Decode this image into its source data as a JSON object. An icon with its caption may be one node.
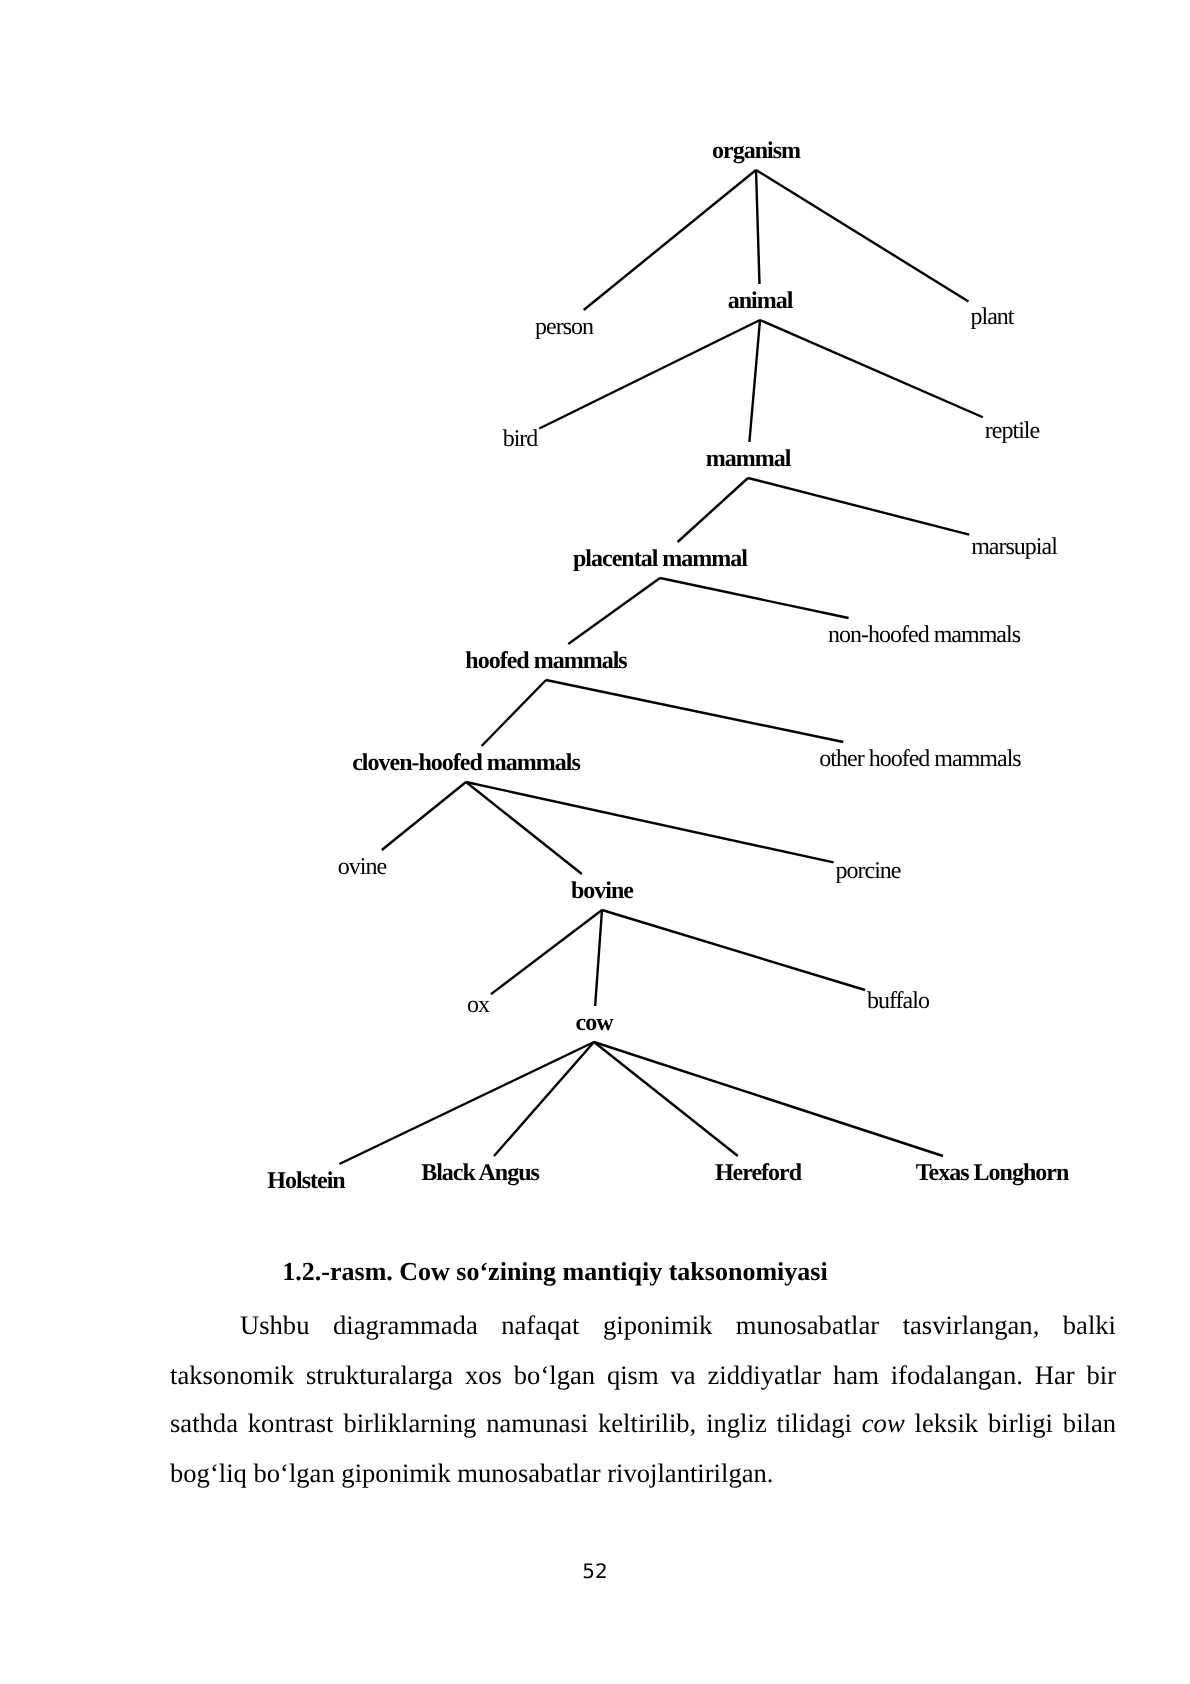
{
  "diagram": {
    "caption": "1.2.-rasm. Cow so‘zining mantiqiy taksonomiyasi",
    "nodes": [
      {
        "text": [
          "organism"
        ]
      },
      {
        "text": [
          "animal"
        ]
      },
      {
        "text": [
          "person"
        ]
      },
      {
        "text": [
          "plant"
        ]
      },
      {
        "text": [
          "bird"
        ]
      },
      {
        "text": [
          "reptile"
        ]
      },
      {
        "text": [
          "mammal"
        ]
      },
      {
        "text": [
          "marsupial"
        ]
      },
      {
        "text": [
          "placental mammal"
        ]
      },
      {
        "text": [
          "non-hoofed mammals"
        ]
      },
      {
        "text": [
          "hoofed mammals"
        ]
      },
      {
        "text": [
          "other hoofed mammals"
        ]
      },
      {
        "text": [
          "cloven-hoofed mammals"
        ]
      },
      {
        "text": [
          "ovine"
        ]
      },
      {
        "text": [
          "porcine"
        ]
      },
      {
        "text": [
          "bovine"
        ]
      },
      {
        "text": [
          "ox"
        ]
      },
      {
        "text": [
          "buffalo"
        ]
      },
      {
        "text": [
          "cow"
        ]
      },
      {
        "text": [
          "Holstein"
        ]
      },
      {
        "text": [
          "Black Angus"
        ]
      },
      {
        "text": [
          "Hereford"
        ]
      },
      {
        "text": [
          "Texas Longhorn"
        ]
      }
    ],
    "edges": [
      {
        "from": 0,
        "to": 2,
        "arrow": "none"
      },
      {
        "from": 0,
        "to": 1,
        "arrow": "none"
      },
      {
        "from": 0,
        "to": 3,
        "arrow": "none"
      },
      {
        "from": 1,
        "to": 4,
        "arrow": "none"
      },
      {
        "from": 1,
        "to": 6,
        "arrow": "none"
      },
      {
        "from": 1,
        "to": 5,
        "arrow": "none"
      },
      {
        "from": 6,
        "to": 8,
        "arrow": "none"
      },
      {
        "from": 6,
        "to": 7,
        "arrow": "none"
      },
      {
        "from": 8,
        "to": 10,
        "arrow": "none"
      },
      {
        "from": 8,
        "to": 9,
        "arrow": "none"
      },
      {
        "from": 10,
        "to": 12,
        "arrow": "none"
      },
      {
        "from": 10,
        "to": 11,
        "arrow": "none"
      },
      {
        "from": 12,
        "to": 13,
        "arrow": "none"
      },
      {
        "from": 12,
        "to": 15,
        "arrow": "none"
      },
      {
        "from": 12,
        "to": 14,
        "arrow": "none"
      },
      {
        "from": 15,
        "to": 16,
        "arrow": "none"
      },
      {
        "from": 15,
        "to": 18,
        "arrow": "none"
      },
      {
        "from": 15,
        "to": 17,
        "arrow": "none"
      },
      {
        "from": 18,
        "to": 19,
        "arrow": "none"
      },
      {
        "from": 18,
        "to": 20,
        "arrow": "none"
      },
      {
        "from": 18,
        "to": 21,
        "arrow": "none"
      },
      {
        "from": 18,
        "to": 22,
        "arrow": "none"
      }
    ],
    "labels": [
      "Ushbu diagrammada nafaqat giponimik munosabatlar tasvirlangan, balki taksonomik strukturalarga xos bo‘lgan qism va ziddiyatlar ham ifodalangan. Har bir sathda kontrast birliklarning namunasi keltirilib, ingliz tilidagi *cow* leksik birligi bilan bog‘liq bo‘lgan giponimik munosabatlar rivojlantirilgan.",
      "52"
    ]
  }
}
